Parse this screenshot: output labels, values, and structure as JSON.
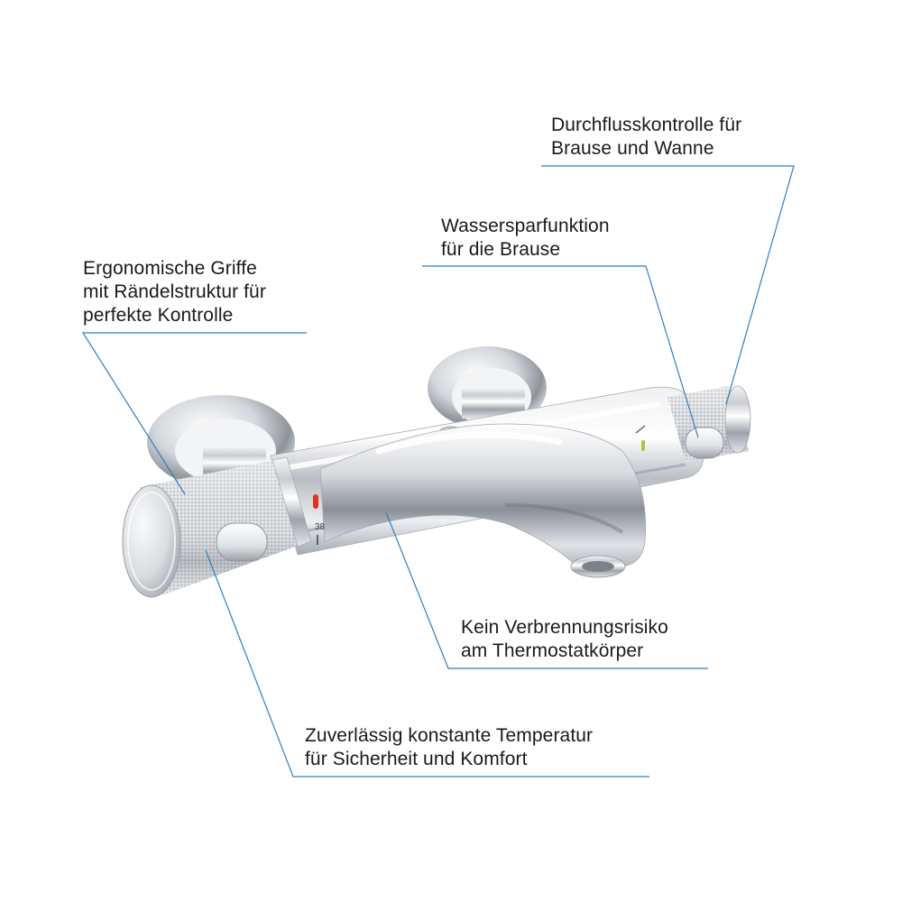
{
  "callouts": {
    "flow_control": {
      "line1": "Durchflusskontrolle für",
      "line2": "Brause und Wanne"
    },
    "water_saving": {
      "line1": "Wassersparfunktion",
      "line2": "für die Brause"
    },
    "ergonomic_grips": {
      "line1": "Ergonomische Griffe",
      "line2": "mit Rändelstruktur für",
      "line3": "perfekte Kontrolle"
    },
    "no_burn": {
      "line1": "Kein Verbrennungsrisiko",
      "line2": "am Thermostatkörper"
    },
    "constant_temp": {
      "line1": "Zuverlässig konstante Temperatur",
      "line2": "für Sicherheit und Komfort"
    }
  },
  "product": {
    "temperature_mark": "38"
  },
  "colors": {
    "leader_line": "#2f7fc1",
    "safety_stop": "#e0321e",
    "eco_indicator": "#a6c83a",
    "text": "#1a1a1a"
  }
}
